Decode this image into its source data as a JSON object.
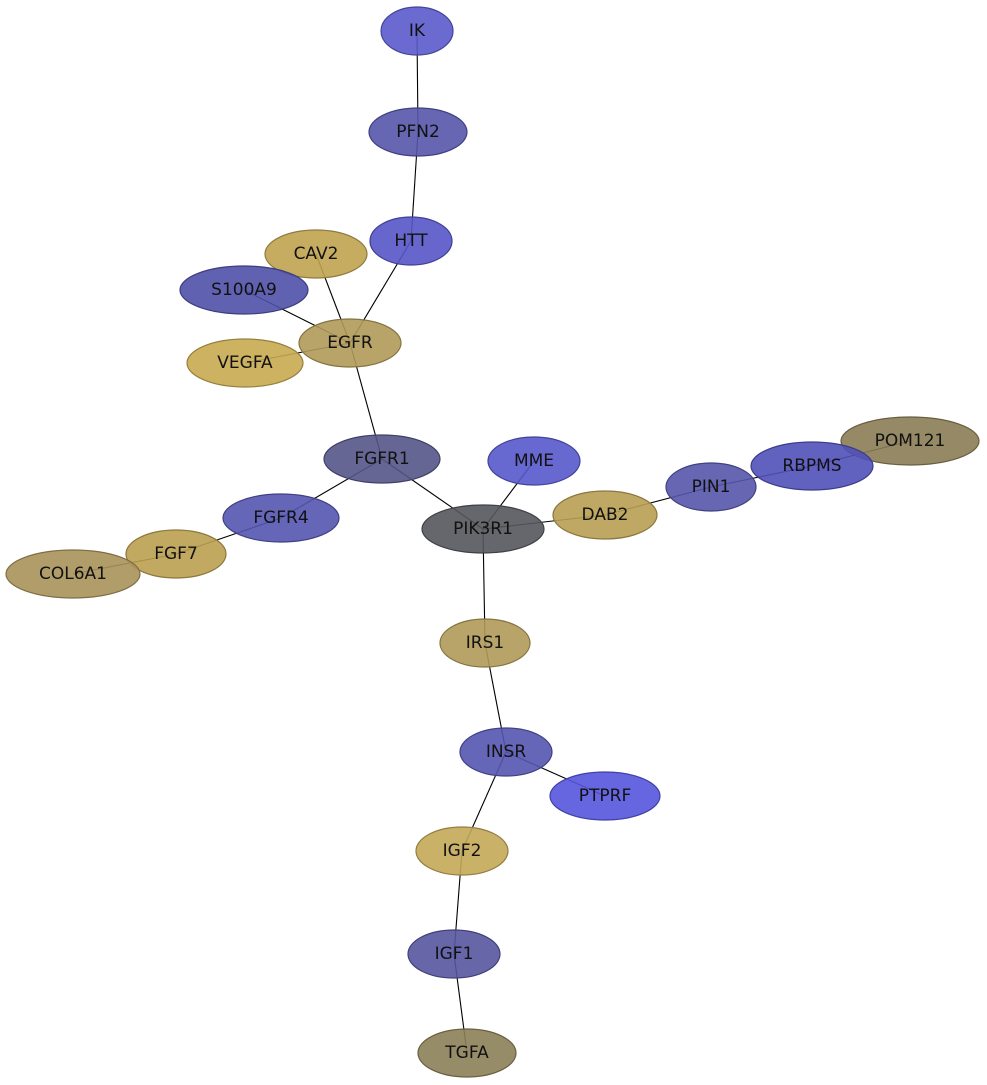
{
  "network": {
    "nodes": [
      {
        "id": "IK",
        "label": "IK",
        "color": "#5a5acc"
      },
      {
        "id": "PFN2",
        "label": "PFN2",
        "color": "#5555aa"
      },
      {
        "id": "HTT",
        "label": "HTT",
        "color": "#5555c8"
      },
      {
        "id": "CAV2",
        "label": "CAV2",
        "color": "#c0a350"
      },
      {
        "id": "S100A9",
        "label": "S100A9",
        "color": "#5050a8"
      },
      {
        "id": "EGFR",
        "label": "EGFR",
        "color": "#b09a58"
      },
      {
        "id": "VEGFA",
        "label": "VEGFA",
        "color": "#c8aa50"
      },
      {
        "id": "FGFR1",
        "label": "FGFR1",
        "color": "#555588"
      },
      {
        "id": "MME",
        "label": "MME",
        "color": "#5858cc"
      },
      {
        "id": "POM121",
        "label": "POM121",
        "color": "#8a7c55"
      },
      {
        "id": "RBPMS",
        "label": "RBPMS",
        "color": "#5050b8"
      },
      {
        "id": "PIN1",
        "label": "PIN1",
        "color": "#5555aa"
      },
      {
        "id": "FGFR4",
        "label": "FGFR4",
        "color": "#5555b0"
      },
      {
        "id": "DAB2",
        "label": "DAB2",
        "color": "#b89e52"
      },
      {
        "id": "PIK3R1",
        "label": "PIK3R1",
        "color": "#55575c"
      },
      {
        "id": "FGF7",
        "label": "FGF7",
        "color": "#baa050"
      },
      {
        "id": "COL6A1",
        "label": "COL6A1",
        "color": "#a8925a"
      },
      {
        "id": "IRS1",
        "label": "IRS1",
        "color": "#b09a58"
      },
      {
        "id": "INSR",
        "label": "INSR",
        "color": "#5555b0"
      },
      {
        "id": "PTPRF",
        "label": "PTPRF",
        "color": "#5555dd"
      },
      {
        "id": "IGF2",
        "label": "IGF2",
        "color": "#c4a858"
      },
      {
        "id": "IGF1",
        "label": "IGF1",
        "color": "#5555a0"
      },
      {
        "id": "TGFA",
        "label": "TGFA",
        "color": "#8c8058"
      }
    ],
    "edges": [
      [
        "IK",
        "PFN2"
      ],
      [
        "PFN2",
        "HTT"
      ],
      [
        "HTT",
        "EGFR"
      ],
      [
        "CAV2",
        "EGFR"
      ],
      [
        "S100A9",
        "EGFR"
      ],
      [
        "VEGFA",
        "EGFR"
      ],
      [
        "EGFR",
        "FGFR1"
      ],
      [
        "FGFR1",
        "FGFR4"
      ],
      [
        "FGFR1",
        "PIK3R1"
      ],
      [
        "FGFR4",
        "FGF7"
      ],
      [
        "FGF7",
        "COL6A1"
      ],
      [
        "MME",
        "PIK3R1"
      ],
      [
        "PIK3R1",
        "DAB2"
      ],
      [
        "DAB2",
        "PIN1"
      ],
      [
        "PIN1",
        "RBPMS"
      ],
      [
        "RBPMS",
        "POM121"
      ],
      [
        "PIK3R1",
        "IRS1"
      ],
      [
        "IRS1",
        "INSR"
      ],
      [
        "INSR",
        "PTPRF"
      ],
      [
        "INSR",
        "IGF2"
      ],
      [
        "IGF2",
        "IGF1"
      ],
      [
        "IGF1",
        "TGFA"
      ]
    ]
  }
}
